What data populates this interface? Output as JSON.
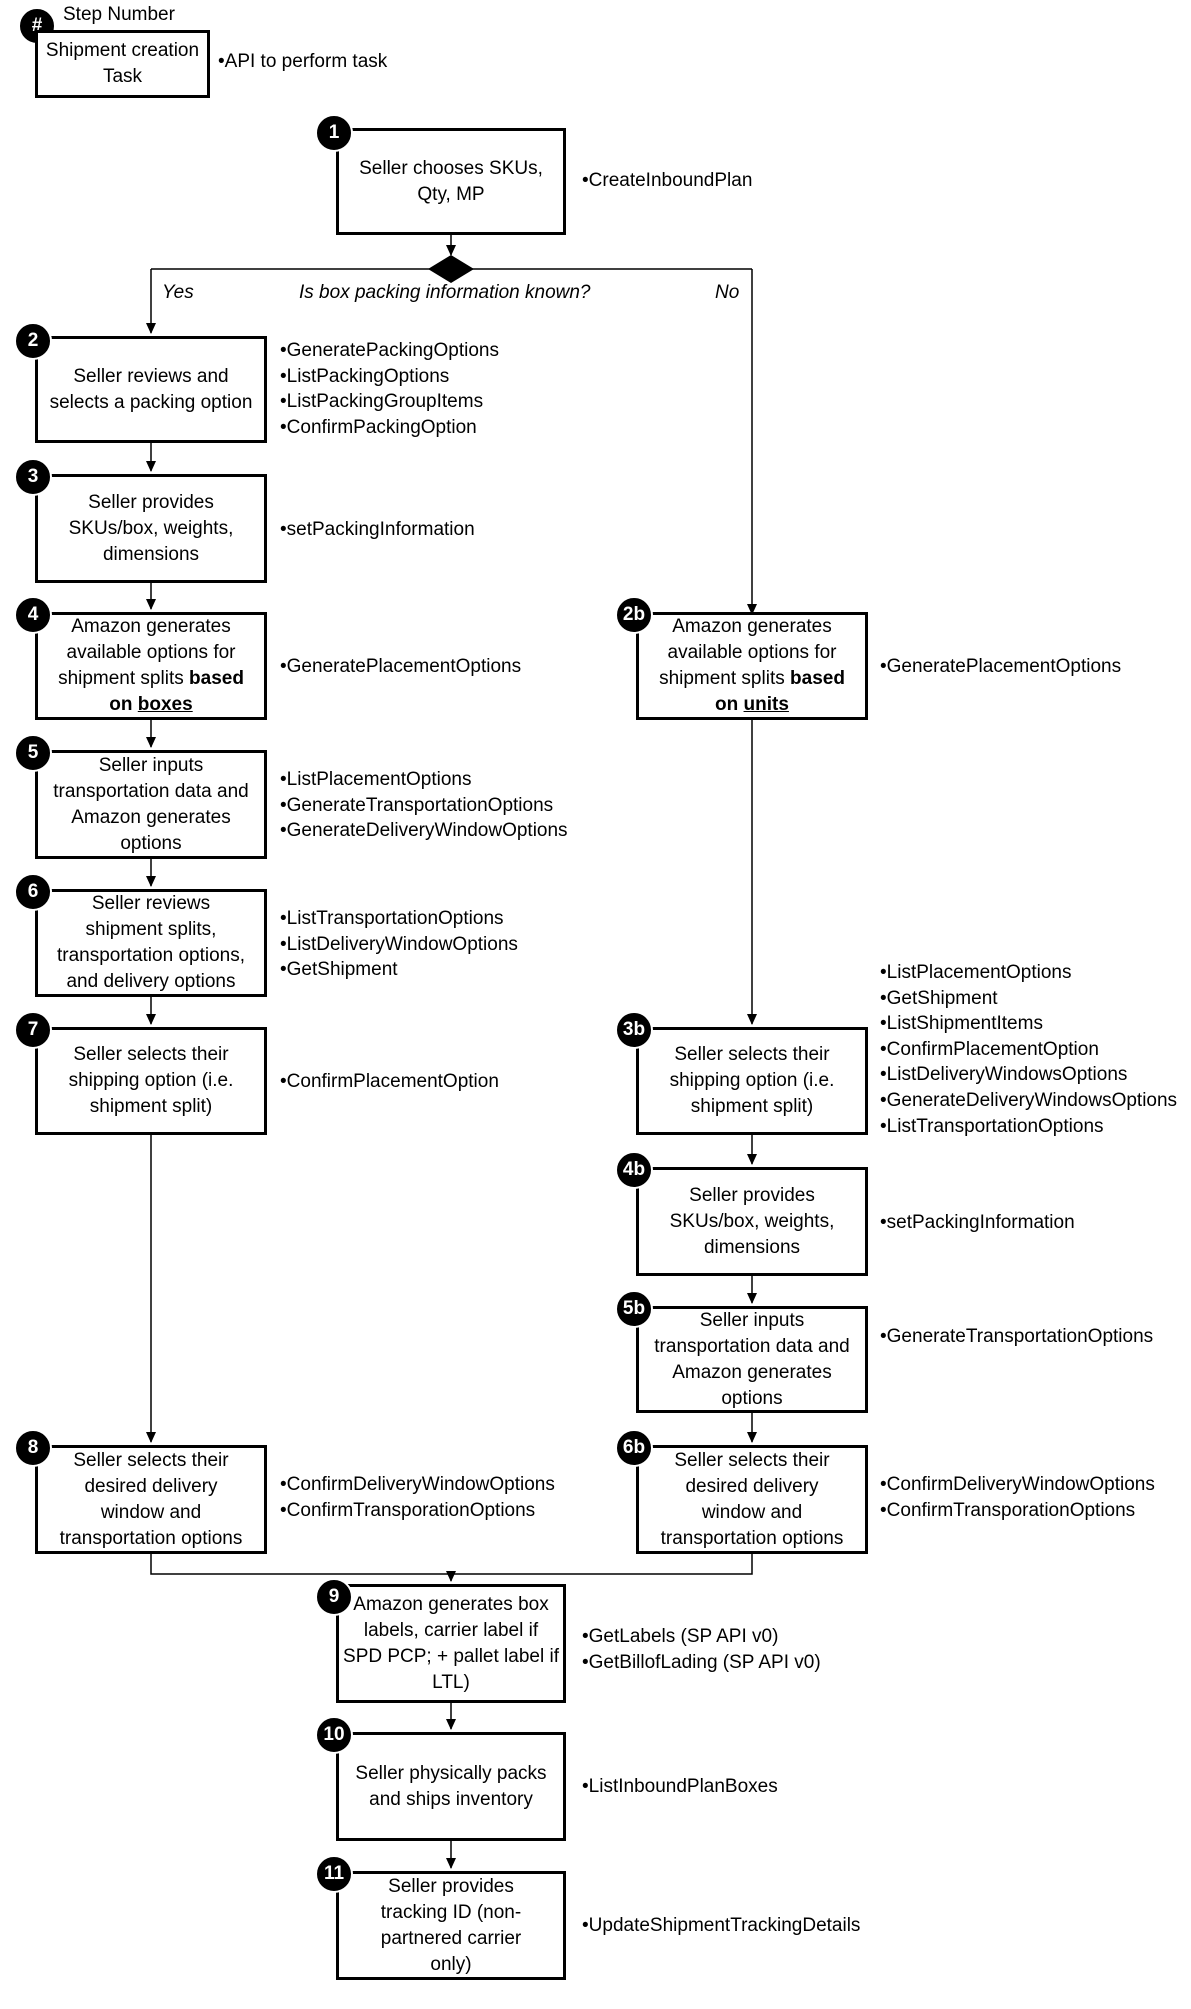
{
  "legend": {
    "badge": "#",
    "step_label": "Step Number",
    "task_label": "Shipment creation Task",
    "api_label": "•API to perform task"
  },
  "decision": {
    "question": "Is box packing information known?",
    "yes": "Yes",
    "no": "No"
  },
  "steps": [
    {
      "id": "s1",
      "num": "1",
      "lines": [
        "Seller chooses SKUs,",
        "Qty, MP"
      ],
      "apis": [
        "CreateInboundPlan"
      ]
    },
    {
      "id": "s2",
      "num": "2",
      "lines": [
        "Seller reviews and",
        "selects a packing option"
      ],
      "apis": [
        "GeneratePackingOptions",
        "ListPackingOptions",
        "ListPackingGroupItems",
        "ConfirmPackingOption"
      ]
    },
    {
      "id": "s3",
      "num": "3",
      "lines": [
        "Seller provides",
        "SKUs/box, weights,",
        "dimensions"
      ],
      "apis": [
        "setPackingInformation"
      ]
    },
    {
      "id": "s4",
      "num": "4",
      "lines": [
        "Amazon generates",
        "available options for",
        "shipment splits |based|",
        "|on| _boxes_"
      ],
      "apis": [
        "GeneratePlacementOptions"
      ]
    },
    {
      "id": "s5",
      "num": "5",
      "lines": [
        "Seller inputs",
        "transportation data and",
        "Amazon generates",
        "options"
      ],
      "apis": [
        "ListPlacementOptions",
        "GenerateTransportationOptions",
        "GenerateDeliveryWindowOptions"
      ]
    },
    {
      "id": "s6",
      "num": "6",
      "lines": [
        "Seller reviews",
        "shipment splits,",
        "transportation options,",
        "and delivery options"
      ],
      "apis": [
        "ListTransportationOptions",
        "ListDeliveryWindowOptions",
        "GetShipment"
      ]
    },
    {
      "id": "s7",
      "num": "7",
      "lines": [
        "Seller selects their",
        "shipping option (i.e.",
        "shipment split)"
      ],
      "apis": [
        "ConfirmPlacementOption"
      ]
    },
    {
      "id": "s8",
      "num": "8",
      "lines": [
        "Seller selects their",
        "desired delivery",
        "window and",
        "transportation options"
      ],
      "apis": [
        "ConfirmDeliveryWindowOptions",
        "ConfirmTransporationOptions"
      ]
    },
    {
      "id": "s2b",
      "num": "2b",
      "lines": [
        "Amazon generates",
        "available options for",
        "shipment splits |based|",
        "|on| _units_"
      ],
      "apis": [
        "GeneratePlacementOptions"
      ]
    },
    {
      "id": "s3b",
      "num": "3b",
      "lines": [
        "Seller selects their",
        "shipping option (i.e.",
        "shipment split)"
      ],
      "apis": [
        "ListPlacementOptions",
        "GetShipment",
        "ListShipmentItems",
        "ConfirmPlacementOption",
        "ListDeliveryWindowsOptions",
        "GenerateDeliveryWindowsOptions",
        "ListTransportationOptions"
      ]
    },
    {
      "id": "s4b",
      "num": "4b",
      "lines": [
        "Seller provides",
        "SKUs/box, weights,",
        "dimensions"
      ],
      "apis": [
        "setPackingInformation"
      ]
    },
    {
      "id": "s5b",
      "num": "5b",
      "lines": [
        "Seller inputs",
        "transportation data and",
        "Amazon generates",
        "options"
      ],
      "apis": [
        "GenerateTransportationOptions"
      ]
    },
    {
      "id": "s6b",
      "num": "6b",
      "lines": [
        "Seller selects their",
        "desired delivery",
        "window and",
        "transportation options"
      ],
      "apis": [
        "ConfirmDeliveryWindowOptions",
        "ConfirmTransporationOptions"
      ]
    },
    {
      "id": "s9",
      "num": "9",
      "lines": [
        "Amazon generates box",
        "labels, carrier label if",
        "SPD PCP; + pallet label if",
        "LTL)"
      ],
      "apis": [
        "GetLabels (SP API v0)",
        "GetBillofLading (SP API v0)"
      ]
    },
    {
      "id": "s10",
      "num": "10",
      "lines": [
        "Seller physically packs",
        "and ships inventory"
      ],
      "apis": [
        "ListInboundPlanBoxes"
      ]
    },
    {
      "id": "s11",
      "num": "11",
      "lines": [
        "Seller provides",
        "tracking ID (non-",
        "partnered carrier",
        "only)"
      ],
      "apis": [
        "UpdateShipmentTrackingDetails"
      ]
    }
  ]
}
